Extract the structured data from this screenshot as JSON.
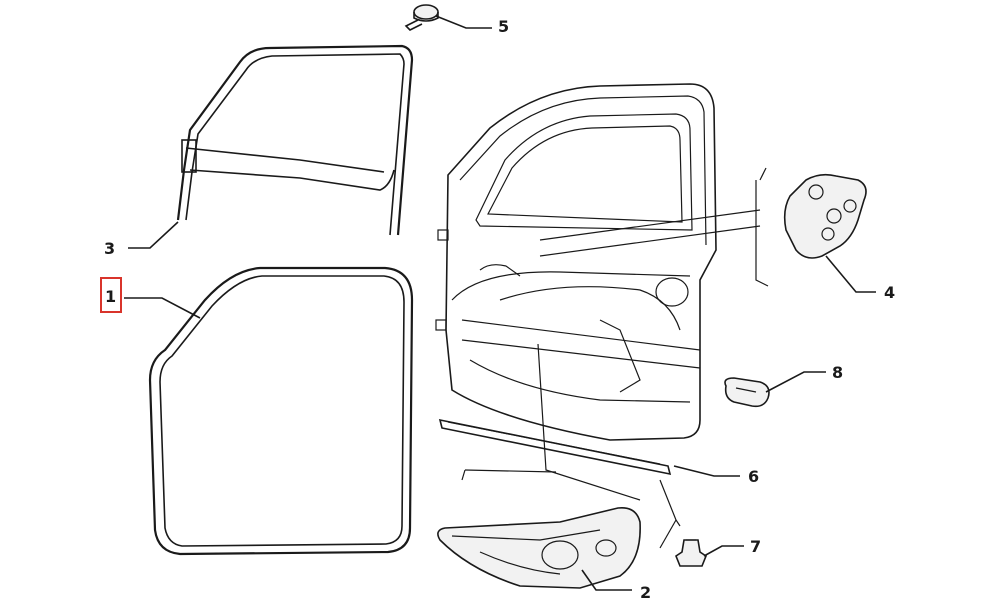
{
  "diagram": {
    "callouts": [
      {
        "id": "1",
        "label": "1"
      },
      {
        "id": "2",
        "label": "2"
      },
      {
        "id": "3",
        "label": "3"
      },
      {
        "id": "4",
        "label": "4"
      },
      {
        "id": "5",
        "label": "5"
      },
      {
        "id": "6",
        "label": "6"
      },
      {
        "id": "7",
        "label": "7"
      },
      {
        "id": "8",
        "label": "8"
      }
    ],
    "highlight_color": "#d9342b",
    "line_color": "#1a1a1a",
    "highlighted_callout": "1"
  }
}
